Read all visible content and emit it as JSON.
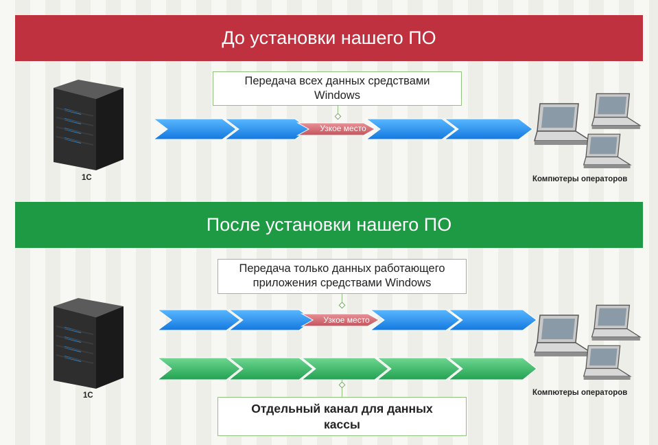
{
  "top": {
    "title": "До установки нашего ПО",
    "note": "Передача всех данных средствами Windows",
    "bottleneck": "Узкое место",
    "server_label": "1С",
    "clients_label": "Компютеры операторов"
  },
  "bottom": {
    "title": "После установки нашего ПО",
    "note_line1": "Передача только данных работающего",
    "note_line2": "приложения средствами Windows",
    "bottleneck": "Узкое место",
    "channel_line1": "Отдельный канал для данных",
    "channel_line2": "кассы",
    "server_label": "1С",
    "clients_label": "Компютеры операторов"
  },
  "colors": {
    "red_banner": "#c0313f",
    "green_banner": "#1e9a45",
    "blue_arrow": "#1e8ff0",
    "bottleneck": "#d66d73",
    "green_arrow": "#2aa55a"
  },
  "icons": [
    "server-icon",
    "laptop-icon"
  ]
}
